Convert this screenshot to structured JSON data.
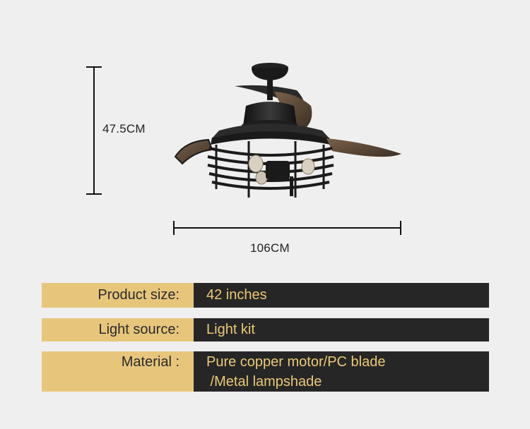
{
  "dimensions": {
    "height": "47.5CM",
    "width": "106CM"
  },
  "specs": [
    {
      "key": "Product size:",
      "value_lines": [
        "42 inches"
      ]
    },
    {
      "key": "Light source:",
      "value_lines": [
        "Light kit"
      ]
    },
    {
      "key": "Material :",
      "value_lines": [
        "Pure copper motor/PC blade",
        " /Metal lampshade"
      ]
    }
  ],
  "colors": {
    "background": "#efefef",
    "key_bg": "#e7c67c",
    "value_bg": "#262626",
    "value_text": "#ecc877",
    "blade": "#5a4636",
    "metal": "#1c1c1c"
  },
  "product_image": "ceiling-fan-with-cage-lampshade"
}
